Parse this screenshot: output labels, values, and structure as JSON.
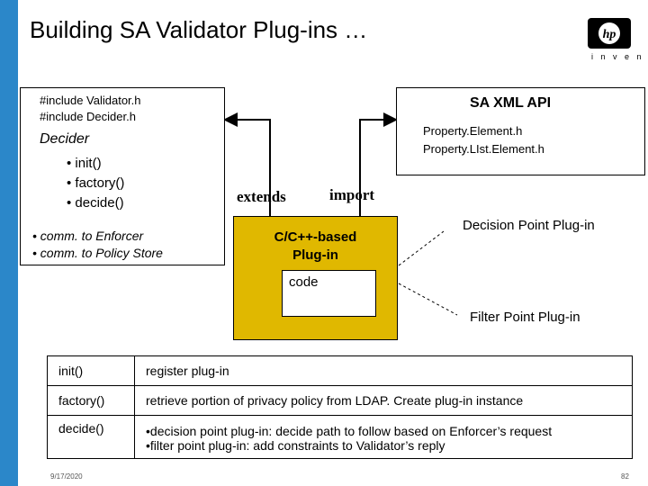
{
  "slide": {
    "title": "Building SA Validator Plug-ins …",
    "logo_sub": "i n v e n t",
    "footer_date": "9/17/2020",
    "footer_page": "82"
  },
  "left_panel": {
    "includes": [
      "#include Validator.h",
      "#include Decider.h"
    ],
    "class_name": "Decider",
    "methods": [
      "• init()",
      "• factory()",
      "• decide()"
    ],
    "comms": [
      "• comm. to Enforcer",
      "• comm. to Policy Store"
    ]
  },
  "right_panel": {
    "title": "SA XML API",
    "files": [
      "Property.Element.h",
      "Property.LIst.Element.h"
    ]
  },
  "arrows": {
    "extends_label": "extends",
    "import_label": "import"
  },
  "plugin": {
    "label_line1": "C/C++-based",
    "label_line2": "Plug-in",
    "code_label": "code"
  },
  "callouts": {
    "decision": "Decision Point Plug-in",
    "filter": "Filter Point Plug-in"
  },
  "table": {
    "rows": [
      {
        "method": "init()",
        "desc": [
          "register plug-in"
        ]
      },
      {
        "method": "factory()",
        "desc": [
          "retrieve portion of privacy policy from LDAP. Create plug-in instance"
        ]
      },
      {
        "method": "decide()",
        "desc": [
          "•decision point plug-in: decide path to follow based on Enforcer’s request",
          "•filter point plug-in: add constraints to Validator’s reply"
        ]
      }
    ]
  },
  "colors": {
    "sidebar": "#2b87c9",
    "plugin_fill": "#e0b800"
  }
}
